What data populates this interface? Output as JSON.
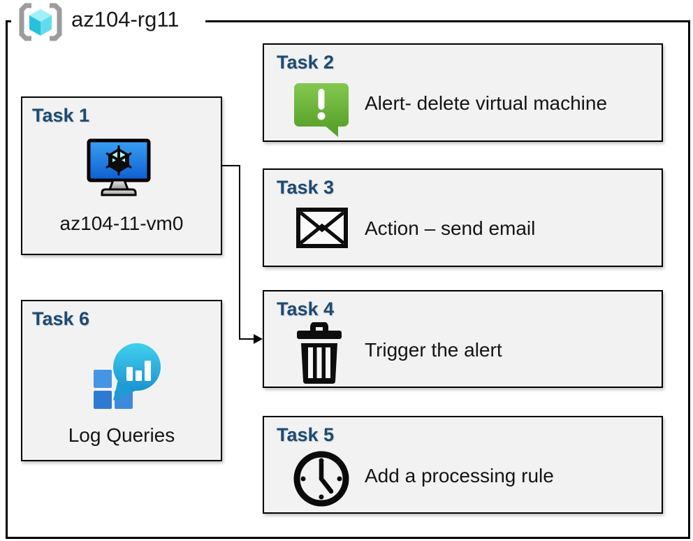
{
  "diagram": {
    "resource_group": {
      "label": "az104-rg11",
      "icon": "resource-group-icon"
    },
    "tasks": [
      {
        "title": "Task 1",
        "icon": "virtual-machine-icon",
        "label": "az104-11-vm0"
      },
      {
        "title": "Task 2",
        "icon": "alert-bubble-icon",
        "label": "Alert- delete virtual machine"
      },
      {
        "title": "Task 3",
        "icon": "email-icon",
        "label": "Action – send email"
      },
      {
        "title": "Task 4",
        "icon": "trash-icon",
        "label": "Trigger the alert"
      },
      {
        "title": "Task 5",
        "icon": "clock-icon",
        "label": "Add a processing rule"
      },
      {
        "title": "Task 6",
        "icon": "log-analytics-icon",
        "label": "Log Queries"
      }
    ],
    "connector": {
      "from": "Task 1",
      "to": "Task 4"
    },
    "colors": {
      "title_blue": "#1c4b74",
      "box_fill": "#f2f2f2",
      "alert_green": "#6cb93c",
      "vm_screen_blue": "#1e74d2",
      "rg_cube_cyan": "#50d8ea",
      "log_balloon_teal": "#2bbde8",
      "log_square_blue": "#3583d9",
      "border_black": "#000000"
    }
  }
}
